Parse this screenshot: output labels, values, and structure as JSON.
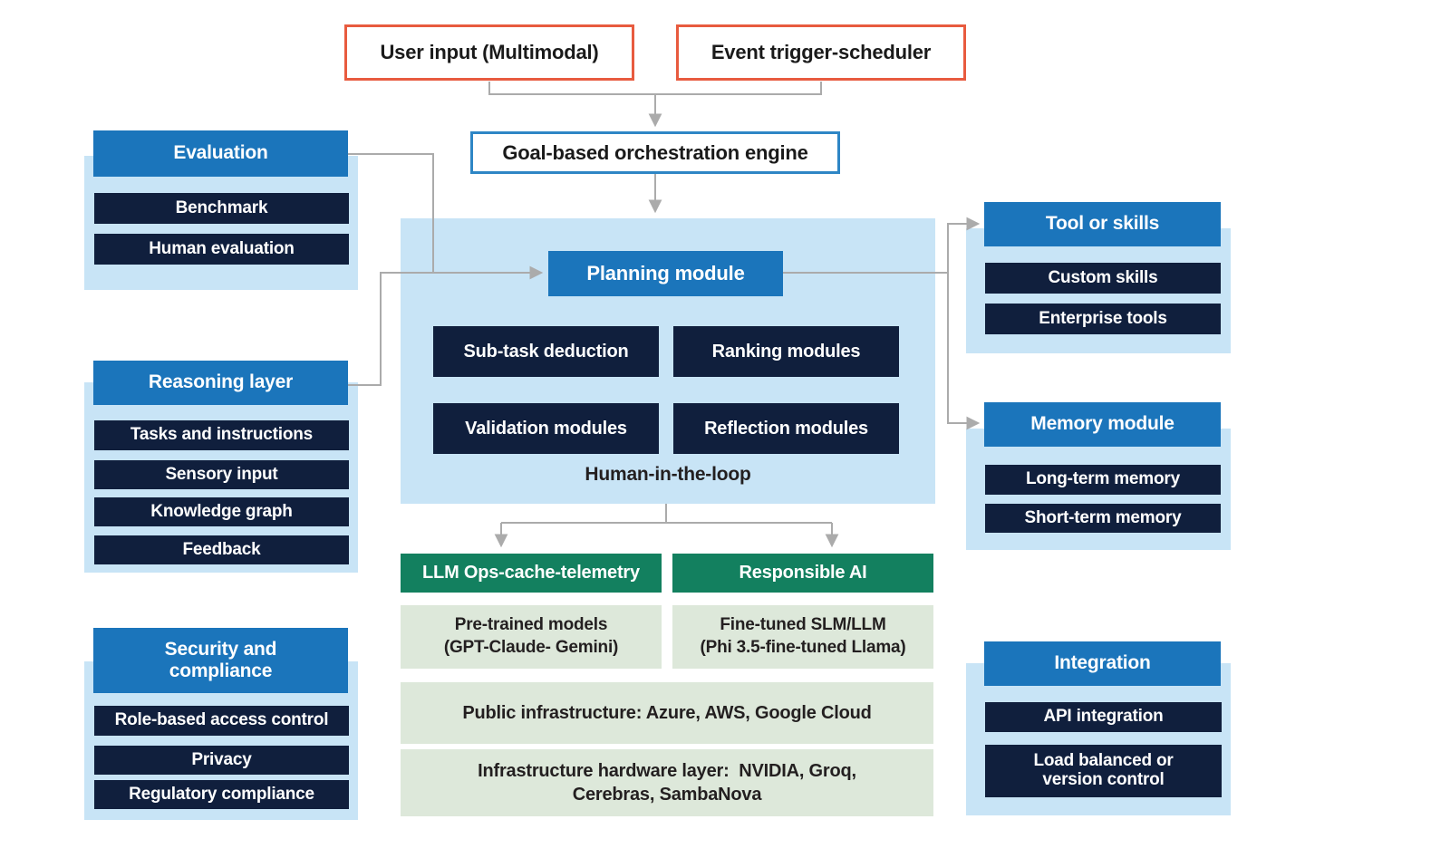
{
  "palette": {
    "header_blue": "#1B75BB",
    "navy": "#101F3D",
    "panel_blue": "#C8E4F6",
    "green": "#13805F",
    "light_green": "#DDE8DA",
    "orange_border": "#E85B3F",
    "engine_border": "#2E86C5",
    "line_gray": "#ABABAB"
  },
  "top": {
    "user_input": "User input (Multimodal)",
    "event_trigger": "Event trigger-scheduler",
    "engine": "Goal-based orchestration engine"
  },
  "left": {
    "evaluation": {
      "title": "Evaluation",
      "items": [
        "Benchmark",
        "Human evaluation"
      ]
    },
    "reasoning": {
      "title": "Reasoning layer",
      "items": [
        "Tasks and instructions",
        "Sensory input",
        "Knowledge graph",
        "Feedback"
      ]
    },
    "security": {
      "title": "Security and compliance",
      "items": [
        "Role-based access control",
        "Privacy",
        "Regulatory compliance"
      ]
    }
  },
  "planning": {
    "title": "Planning module",
    "modules": [
      "Sub-task deduction",
      "Ranking modules",
      "Validation modules",
      "Reflection modules"
    ],
    "footer": "Human-in-the-loop"
  },
  "llm_stack": {
    "ops_title": "LLM Ops-cache-telemetry",
    "ops_line1": "Pre-trained models",
    "ops_line2": "(GPT-Claude- Gemini)",
    "rai_title": "Responsible AI",
    "rai_line1": "Fine-tuned SLM/LLM",
    "rai_line2": "(Phi 3.5-fine-tuned Llama)",
    "infrastructure": "Public infrastructure: Azure, AWS, Google Cloud",
    "hardware_line1": "Infrastructure hardware layer:  NVIDIA, Groq,",
    "hardware_line2": "Cerebras, SambaNova"
  },
  "right": {
    "tools": {
      "title": "Tool or skills",
      "items": [
        "Custom skills",
        "Enterprise tools"
      ]
    },
    "memory": {
      "title": "Memory module",
      "items": [
        "Long-term memory",
        "Short-term memory"
      ]
    },
    "integration": {
      "title": "Integration",
      "items": [
        "API integration",
        "Load balanced or version control"
      ]
    }
  }
}
